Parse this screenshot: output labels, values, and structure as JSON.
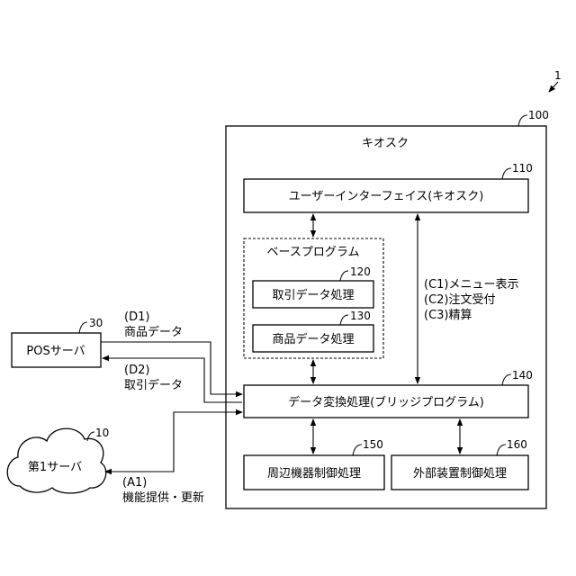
{
  "labels": {
    "system_ref": "1",
    "kiosk_ref": "100",
    "kiosk_title": "キオスク",
    "ui_ref": "110",
    "ui_label": "ユーザーインターフェイス(キオスク)",
    "base_program_title": "ベースプログラム",
    "txn_ref": "120",
    "txn_label": "取引データ処理",
    "product_ref": "130",
    "product_label": "商品データ処理",
    "convert_ref": "140",
    "convert_label": "データ変換処理(ブリッジプログラム)",
    "periph_ref": "150",
    "periph_label": "周辺機器制御処理",
    "external_ref": "160",
    "external_label": "外部装置制御処理",
    "pos_ref": "30",
    "pos_label": "POSサーバ",
    "server1_ref": "10",
    "server1_label": "第1サーバ",
    "c1": "(C1)メニュー表示",
    "c2": "(C2)注文受付",
    "c3": "(C3)精算",
    "d1_code": "(D1)",
    "d1_text": "商品データ",
    "d2_code": "(D2)",
    "d2_text": "取引データ",
    "a1_code": "(A1)",
    "a1_text": "機能提供・更新"
  }
}
